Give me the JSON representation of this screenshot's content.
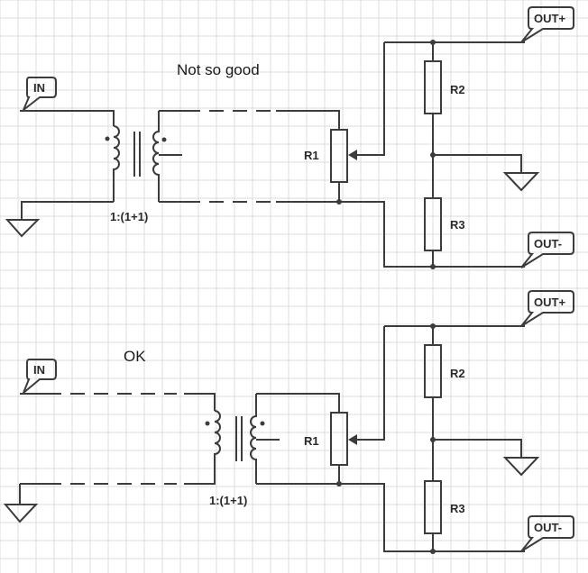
{
  "diagram": {
    "top": {
      "note": "Not so good",
      "in_label": "IN",
      "ratio": "1:(1+1)",
      "r1": "R1",
      "r2": "R2",
      "r3": "R3",
      "out_plus": "OUT+",
      "out_minus": "OUT-"
    },
    "bottom": {
      "note": "OK",
      "in_label": "IN",
      "ratio": "1:(1+1)",
      "r1": "R1",
      "r2": "R2",
      "r3": "R3",
      "out_plus": "OUT+",
      "out_minus": "OUT-"
    }
  },
  "colors": {
    "wire": "#3c3c3c",
    "grid": "#dcdcdc",
    "background": "#ffffff"
  }
}
